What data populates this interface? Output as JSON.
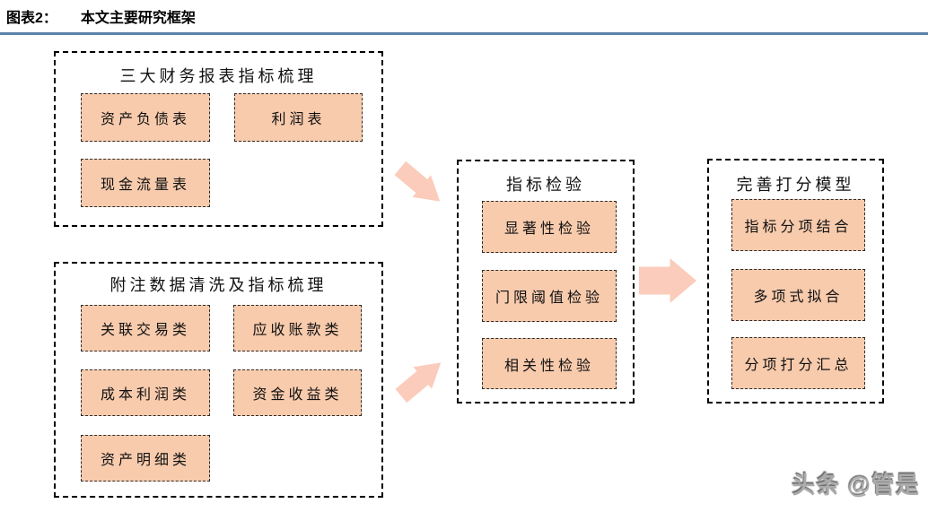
{
  "header": {
    "label": "图表2：",
    "title": "本文主要研究框架"
  },
  "colors": {
    "rule": "#5b82ab",
    "box_fill": "#f8cbad",
    "arrow_fill": "#fbccbb",
    "frame_border": "#000000"
  },
  "diagram": {
    "groups": [
      {
        "title": "三大财务报表指标梳理",
        "items": [
          "资产负债表",
          "利润表",
          "现金流量表"
        ]
      },
      {
        "title": "附注数据清洗及指标梳理",
        "items": [
          "关联交易类",
          "应收账款类",
          "成本利润类",
          "资金收益类",
          "资产明细类"
        ]
      },
      {
        "title": "指标检验",
        "items": [
          "显著性检验",
          "门限阈值检验",
          "相关性检验"
        ]
      },
      {
        "title": "完善打分模型",
        "items": [
          "指标分项结合",
          "多项式拟合",
          "分项打分汇总"
        ]
      }
    ],
    "arrows": [
      {
        "name": "statements-to-test",
        "direction": "down-right"
      },
      {
        "name": "notes-to-test",
        "direction": "up-right"
      },
      {
        "name": "test-to-model",
        "direction": "right"
      }
    ]
  },
  "watermark": "头条 @管是"
}
